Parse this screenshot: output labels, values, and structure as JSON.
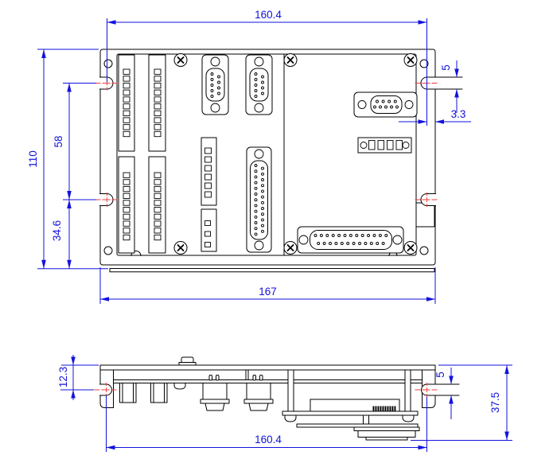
{
  "colors": {
    "background": "#ffffff",
    "outline_black": "#000000",
    "dimension_blue": "#1212dd",
    "centermark_red": "#ef3b3b"
  },
  "dims": {
    "top_slot_span": "160.4",
    "plate_height": "110",
    "slot_spacing": "58",
    "slot_to_bottom": "34.6",
    "plate_width": "167",
    "slot_width": "5",
    "slot_edge_offset": "3.3",
    "side_top_to_slot": "12.3",
    "side_slot_width": "5",
    "side_height": "37.5",
    "side_slot_span": "160.4"
  }
}
